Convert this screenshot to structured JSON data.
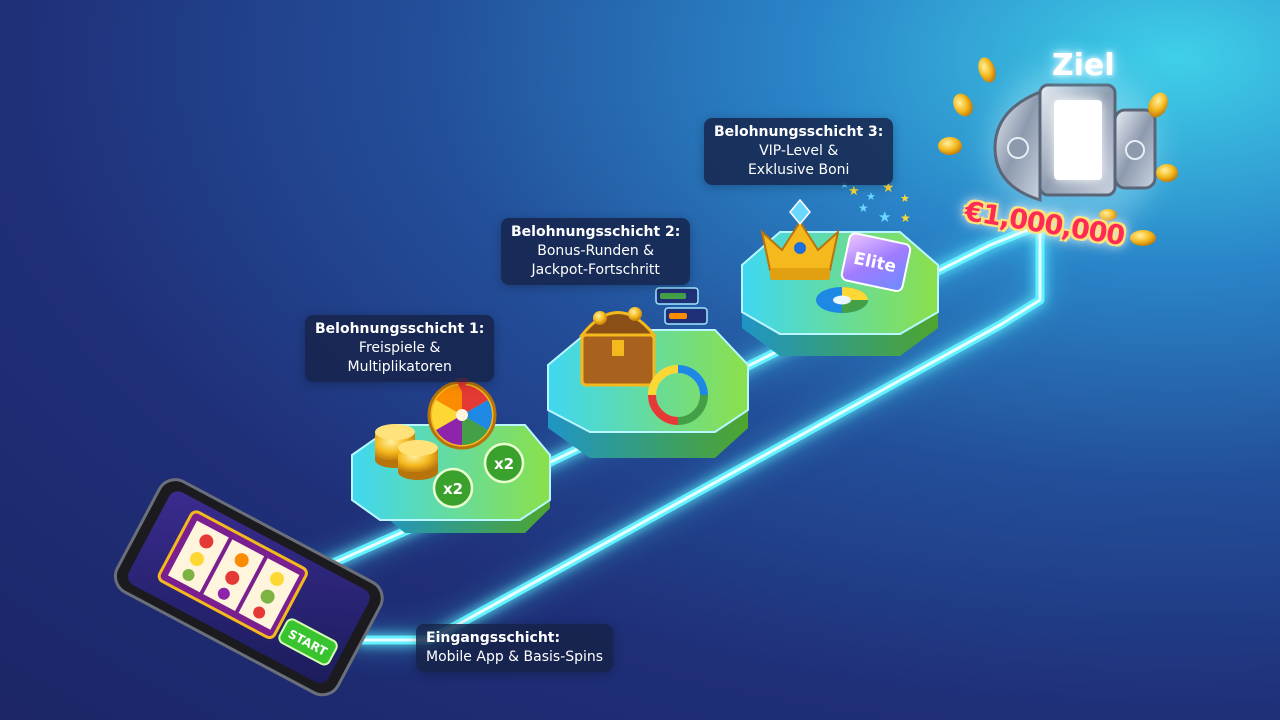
{
  "colors": {
    "path_glow": "#3fe6ff",
    "platform_top_start": "#3fd7f2",
    "platform_top_end": "#8be04a",
    "label_bg": "#162248",
    "coin": "#f5b81d",
    "multiplier_badge": "#3aa12c",
    "start_button": "#38c42e",
    "goal_amount": "#ff2b55"
  },
  "layers": [
    {
      "id": "entry",
      "title": "Eingangsschicht:",
      "lines": [
        "Mobile App & Basis-Spins"
      ],
      "icons": [
        "smartphone-icon",
        "slot-reels-icon",
        "start-button-icon"
      ]
    },
    {
      "id": "layer1",
      "title": "Belohnungsschicht 1:",
      "lines": [
        "Freispiele &",
        "Multiplikatoren"
      ],
      "icons": [
        "coin-stack-icon",
        "bonus-wheel-icon",
        "multiplier-badge-icon"
      ]
    },
    {
      "id": "layer2",
      "title": "Belohnungsschicht 2:",
      "lines": [
        "Bonus-Runden &",
        "Jackpot-Fortschritt"
      ],
      "icons": [
        "treasure-chest-icon",
        "progress-ring-icon",
        "progress-card-icon"
      ]
    },
    {
      "id": "layer3",
      "title": "Belohnungsschicht 3:",
      "lines": [
        "VIP-Level &",
        "Exklusive Boni"
      ],
      "icons": [
        "crown-icon",
        "elite-card-icon",
        "pie-chart-icon",
        "star-icon"
      ]
    }
  ],
  "phone": {
    "start_label": "START"
  },
  "badges": {
    "multiplier": "x2"
  },
  "cards": {
    "elite_label": "Elite"
  },
  "goal": {
    "title": "Ziel",
    "amount": "€1,000,000",
    "icons": [
      "vault-door-icon",
      "coin-icon"
    ]
  }
}
